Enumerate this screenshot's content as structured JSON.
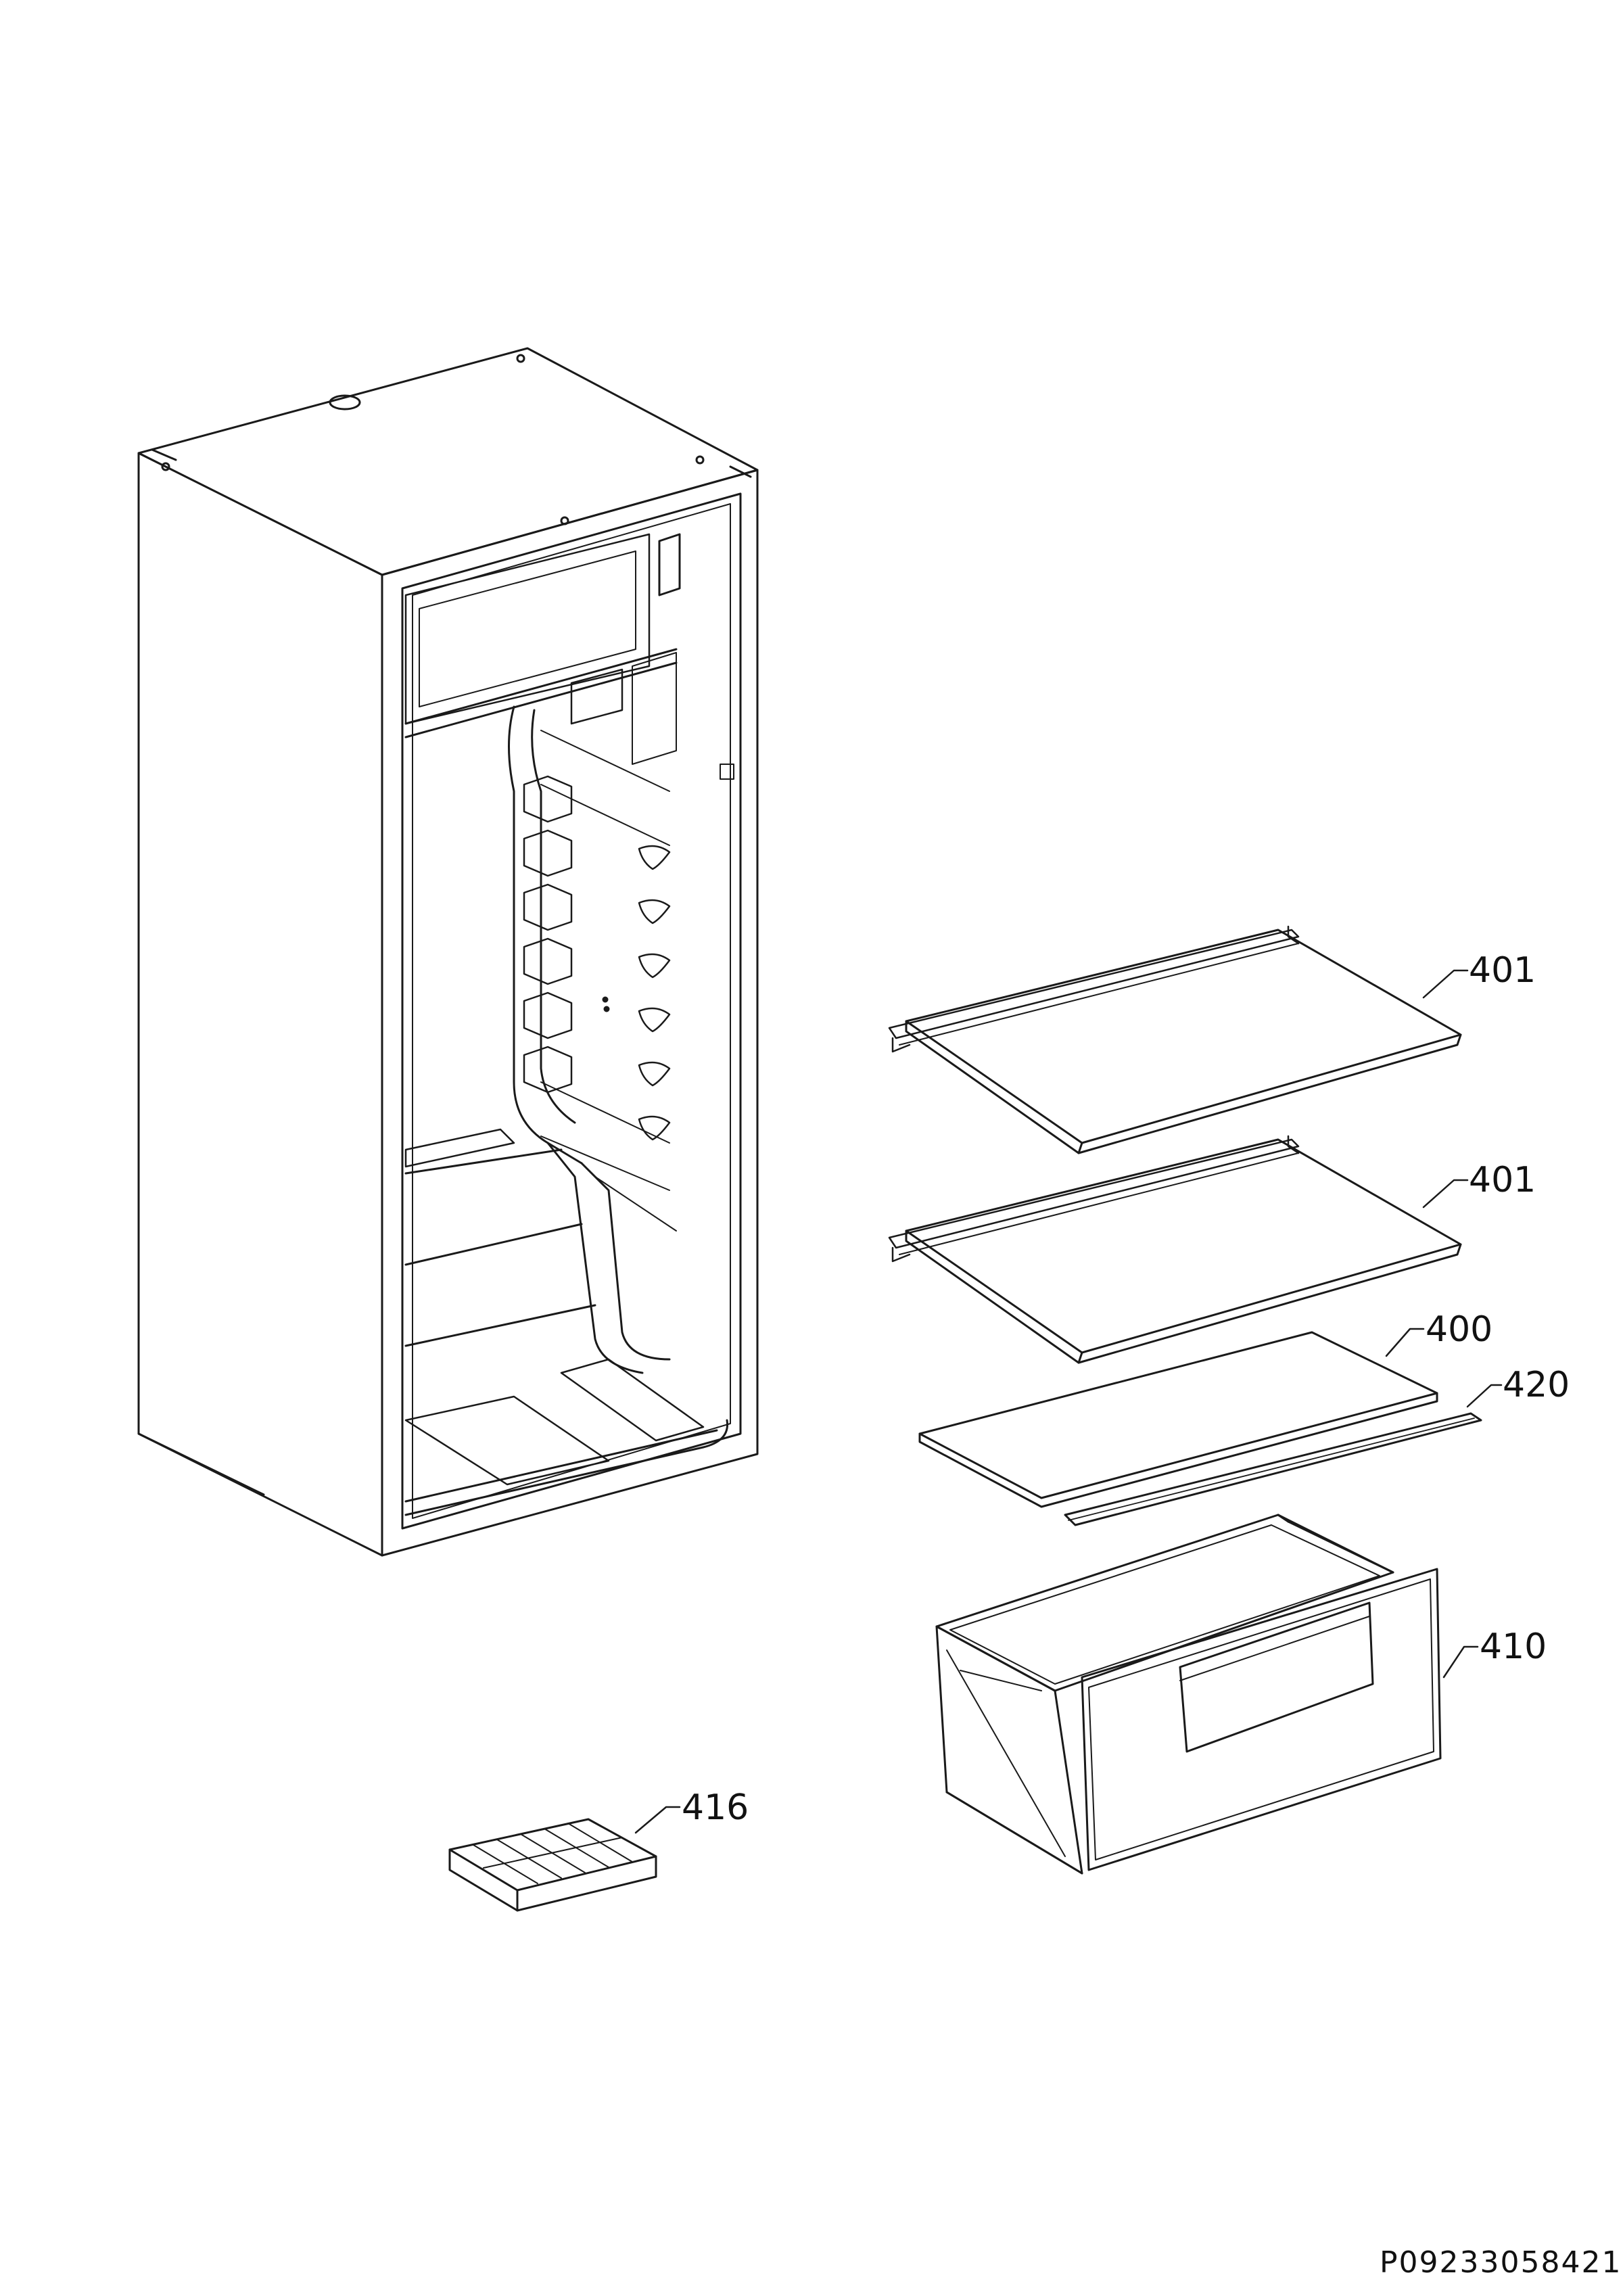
{
  "diagram": {
    "line_color": "#1a1a1a",
    "background": "#ffffff",
    "document_id": "P09233058421",
    "parts": [
      {
        "id": "shelf-upper",
        "label": "401"
      },
      {
        "id": "shelf-middle",
        "label": "401"
      },
      {
        "id": "glass-plate",
        "label": "400"
      },
      {
        "id": "trim-strip",
        "label": "420"
      },
      {
        "id": "crisper-drawer",
        "label": "410"
      },
      {
        "id": "ice-tray",
        "label": "416"
      }
    ]
  }
}
